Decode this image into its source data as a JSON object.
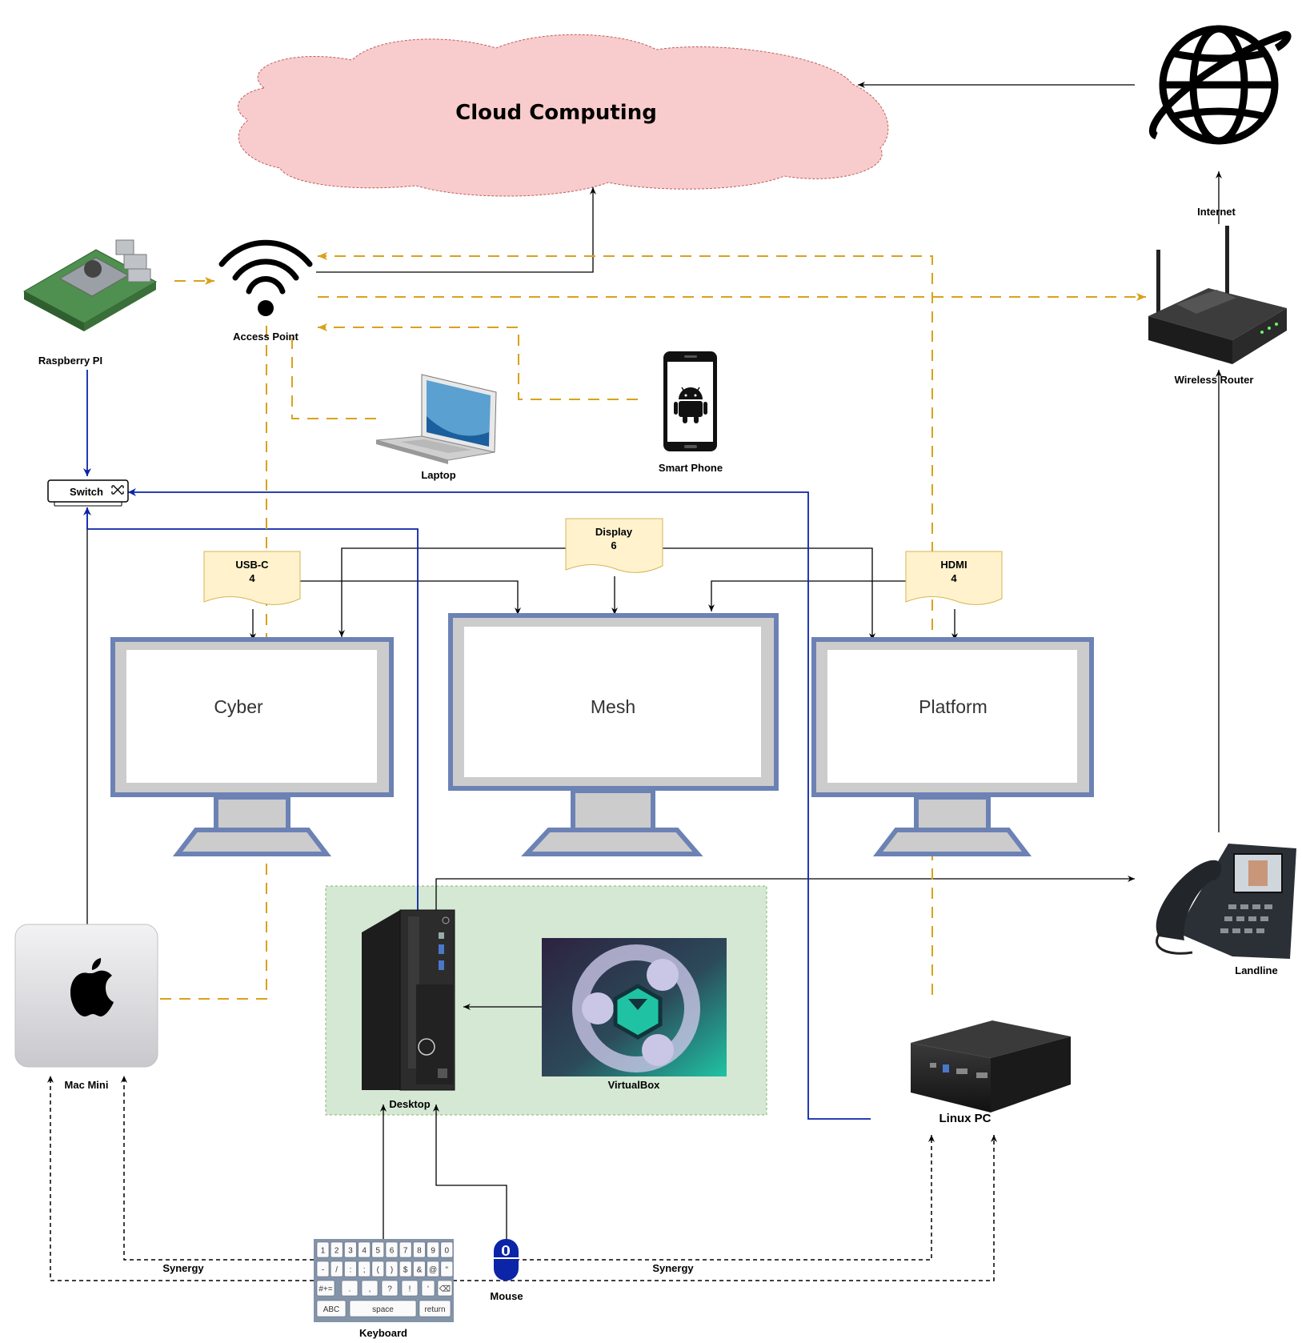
{
  "cloud": {
    "title": "Cloud Computing"
  },
  "nodes": {
    "raspberry_pi": "Raspberry PI",
    "access_point": "Access Point",
    "laptop": "Laptop",
    "smart_phone": "Smart Phone",
    "switch": "Switch",
    "wireless_router": "Wireless Router",
    "internet": "Internet",
    "landline": "Landline",
    "mac_mini": "Mac Mini",
    "desktop": "Desktop",
    "virtualbox": "VirtualBox",
    "linux_pc": "Linux PC",
    "keyboard": "Keyboard",
    "mouse": "Mouse"
  },
  "monitors": {
    "left": "Cyber",
    "center": "Mesh",
    "right": "Platform"
  },
  "cables": {
    "usbc": {
      "name": "USB-C",
      "count": "4"
    },
    "display": {
      "name": "Display",
      "count": "6"
    },
    "hdmi": {
      "name": "HDMI",
      "count": "4"
    }
  },
  "edge_labels": {
    "synergy_left": "Synergy",
    "synergy_right": "Synergy"
  },
  "keyboard_keys": {
    "row1": [
      "1",
      "2",
      "3",
      "4",
      "5",
      "6",
      "7",
      "8",
      "9",
      "0"
    ],
    "row2": [
      "-",
      "/",
      ":",
      ";",
      "(",
      ")",
      "$",
      "&",
      "@",
      "\""
    ],
    "row3": [
      "#+=",
      ".",
      ",",
      "?",
      "!",
      "'",
      "⌫"
    ],
    "row4": [
      "ABC",
      "space",
      "return"
    ]
  },
  "colors": {
    "cloud_fill": "#f8cccc",
    "monitor_frame": "#6c82b5",
    "monitor_bezel": "#cccccc",
    "group_fill": "#d5e8d4",
    "note_fill": "#fff2cc",
    "wifi_line": "#d9a21b",
    "ethernet_line": "#0b24a8"
  }
}
